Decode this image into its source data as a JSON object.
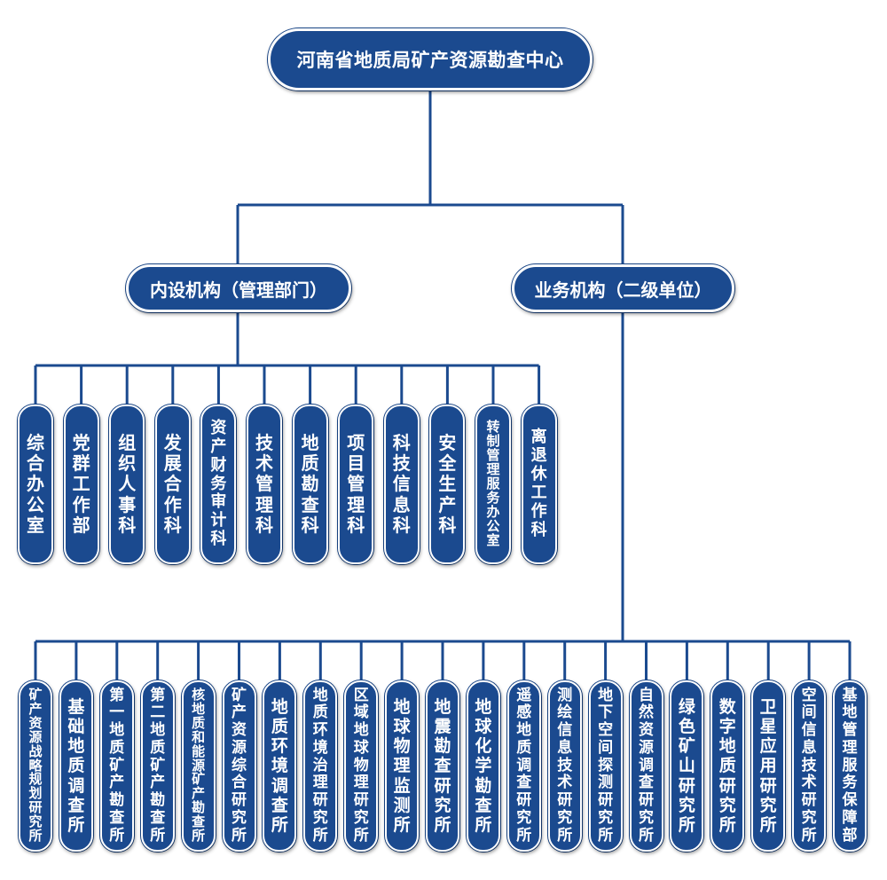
{
  "root": "河南省地质局矿产资源勘查中心",
  "branches": [
    {
      "label": "内设机构（管理部门）",
      "units": [
        "综合办公室",
        "党群工作部",
        "组织人事科",
        "发展合作科",
        "资产财务审计科",
        "技术管理科",
        "地质勘查科",
        "项目管理科",
        "科技信息科",
        "安全生产科",
        "转制管理服务办公室",
        "离退休工作科"
      ]
    },
    {
      "label": "业务机构（二级单位）",
      "units": [
        "矿产资源战略规划研究所",
        "基础地质调查所",
        "第一地质矿产勘查所",
        "第二地质矿产勘查所",
        "核地质和能源矿产勘查所",
        "矿产资源综合研究所",
        "地质环境调查所",
        "地质环境治理研究所",
        "区域地球物理研究所",
        "地球物理监测所",
        "地震勘查研究所",
        "地球化学勘查所",
        "遥感地质调查研究所",
        "测绘信息技术研究所",
        "地下空间探测研究所",
        "自然资源调查研究所",
        "绿色矿山研究所",
        "数字地质研究所",
        "卫星应用研究所",
        "空间信息技术研究所",
        "基地管理服务保障部"
      ]
    }
  ],
  "colors": {
    "node_fill": "#1b4a8f",
    "line": "#1b4a8f",
    "text": "#ffffff"
  }
}
